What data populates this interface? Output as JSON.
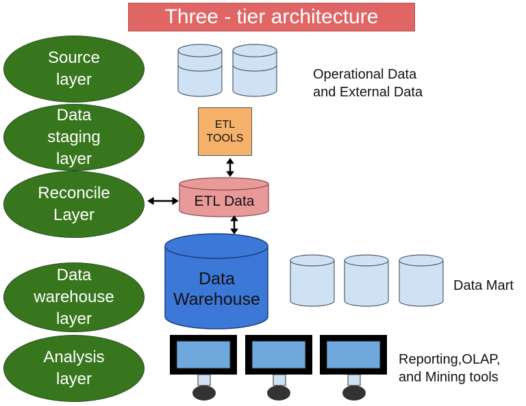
{
  "title": "Three - tier architecture",
  "colors": {
    "title_bg": "#e06666",
    "layer_fill": "#38761d",
    "db_fill": "#cfe2f3",
    "etl_tools_fill": "#f6b26b",
    "etl_data_fill": "#ea9999",
    "warehouse_fill": "#3c78d8",
    "monitor_screen": "#6fa8dc",
    "monitor_frame": "#000000"
  },
  "layers": [
    {
      "line1": "Source",
      "line2": "layer",
      "line3": ""
    },
    {
      "line1": "Data",
      "line2": "staging",
      "line3": "layer"
    },
    {
      "line1": "Reconcile",
      "line2": "Layer",
      "line3": ""
    },
    {
      "line1": "Data",
      "line2": "warehouse",
      "line3": "layer"
    },
    {
      "line1": "Analysis",
      "line2": "layer",
      "line3": ""
    }
  ],
  "source_label": {
    "line1": "Operational Data",
    "line2": "and External Data"
  },
  "etl_tools": {
    "line1": "ETL",
    "line2": "TOOLS"
  },
  "etl_data": "ETL Data",
  "warehouse": {
    "line1": "Data",
    "line2": "Warehouse"
  },
  "data_mart_label": "Data Mart",
  "analysis_label": {
    "line1": "Reporting,OLAP,",
    "line2": "and Mining tools"
  },
  "icons": [
    "database-icon",
    "arrow-icon",
    "monitor-icon"
  ]
}
